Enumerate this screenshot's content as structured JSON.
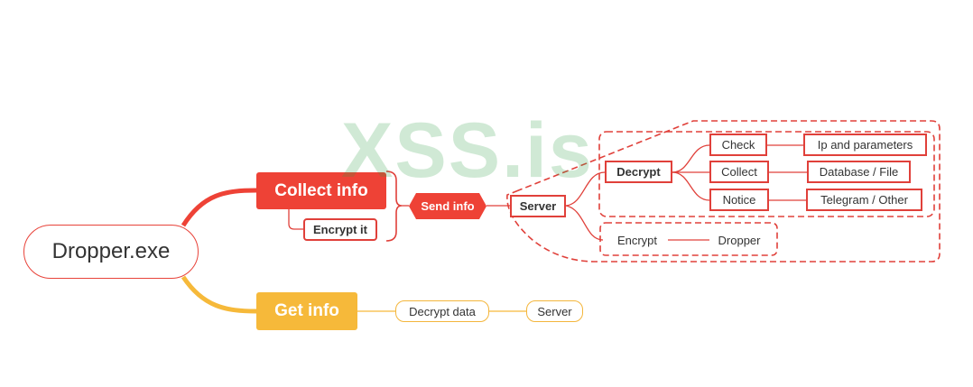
{
  "watermark": "XSS.is",
  "root": "Dropper.exe",
  "collect": {
    "title": "Collect info",
    "encrypt": "Encrypt it",
    "send": "Send info",
    "server": "Server",
    "decrypt": "Decrypt",
    "checks": [
      {
        "label": "Check",
        "target": "Ip and parameters"
      },
      {
        "label": "Collect",
        "target": "Database / File"
      },
      {
        "label": "Notice",
        "target": "Telegram / Other"
      }
    ],
    "encrypt_pair": {
      "from": "Encrypt",
      "to": "Dropper"
    }
  },
  "get": {
    "title": "Get info",
    "decrypt_data": "Decrypt data",
    "server": "Server"
  },
  "colors": {
    "red": "#ee4236",
    "yellow": "#f6b93a",
    "watermark": "#2ea043"
  }
}
